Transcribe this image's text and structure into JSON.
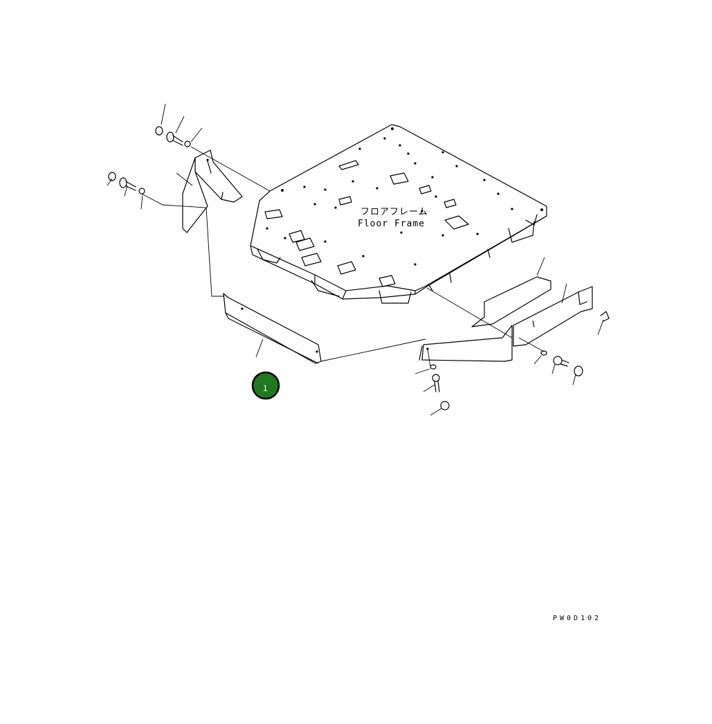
{
  "diagram": {
    "floor_frame_label_jp": "フロアフレーム",
    "floor_frame_label_en": "Floor Frame",
    "drawing_code": "PW0D102",
    "callouts": [
      {
        "number": "1",
        "color": "#1f7a1f"
      }
    ]
  }
}
